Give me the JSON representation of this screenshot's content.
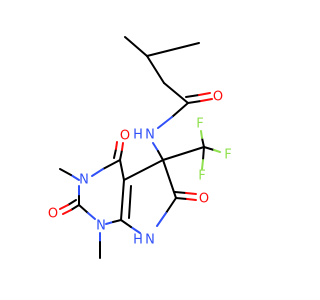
{
  "molecule": {
    "colors": {
      "carbon": "#000000",
      "oxygen": "#ff0d0d",
      "nitrogen": "#3050f8",
      "fluorine": "#90e050"
    },
    "atoms": {
      "amide_o": "O",
      "amide_nh": "N",
      "amide_nh_h": "H",
      "f_top": "F",
      "f_right": "F",
      "f_bottom": "F",
      "c4_o": "O",
      "n3": "N",
      "c2_o": "O",
      "n1": "N",
      "n7": "N",
      "n7_h": "H",
      "c6_o": "O"
    }
  }
}
